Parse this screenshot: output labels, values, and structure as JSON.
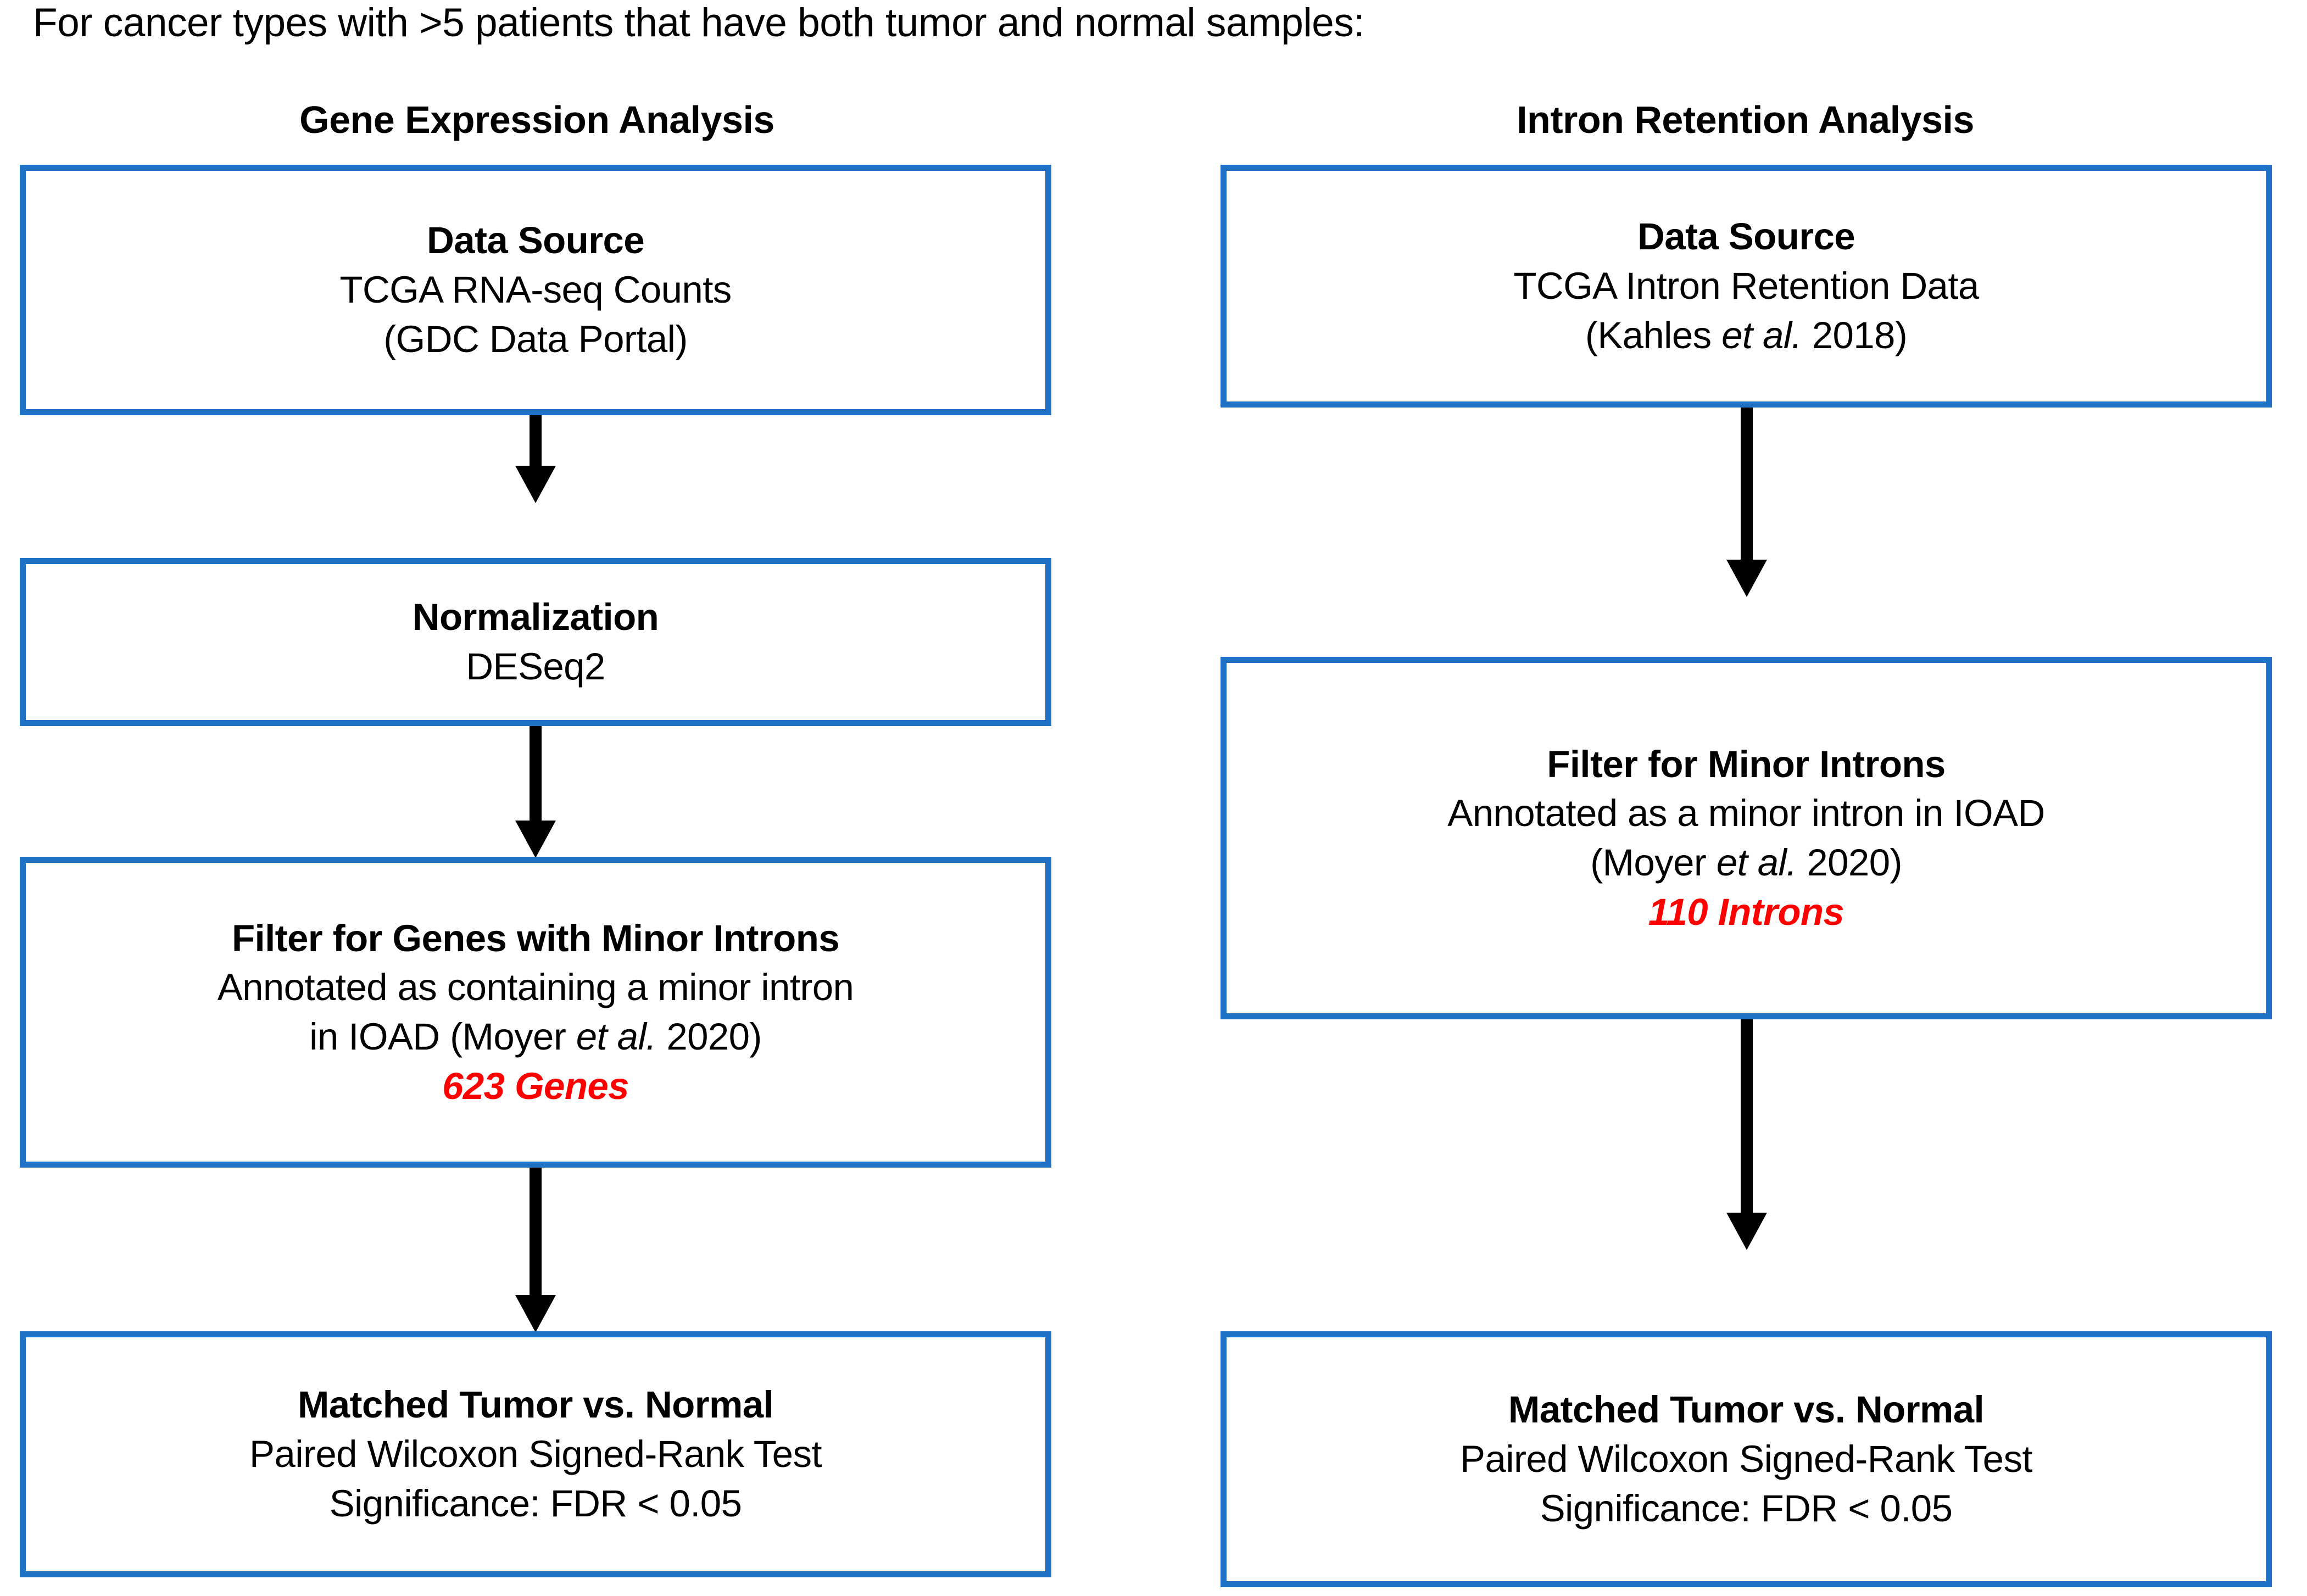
{
  "figure": {
    "caption": "For cancer types with >5 patients that have both tumor and normal samples:",
    "accent_color": "#1F72C6",
    "count_color": "#FF0000"
  },
  "columns": {
    "left": {
      "header": "Gene Expression Analysis",
      "nodes": [
        {
          "title": "Data Source",
          "lines": [
            "TCGA RNA-seq Counts",
            "(GDC Data Portal)"
          ],
          "count": ""
        },
        {
          "title": "Normalization",
          "lines": [
            "DESeq2"
          ],
          "count": ""
        },
        {
          "title": "Filter for Genes with Minor Introns",
          "lines": [
            "Annotated as containing a minor intron",
            "in IOAD (Moyer et al. 2020)"
          ],
          "count": "623 Genes"
        },
        {
          "title": "Matched Tumor vs. Normal",
          "lines": [
            "Paired Wilcoxon Signed-Rank Test",
            "Significance: FDR < 0.05"
          ],
          "count": ""
        }
      ]
    },
    "right": {
      "header": "Intron Retention Analysis",
      "nodes": [
        {
          "title": "Data Source",
          "lines": [
            "TCGA Intron Retention Data",
            "(Kahles et al. 2018)"
          ],
          "count": ""
        },
        {
          "title": "Filter for Minor Introns",
          "lines": [
            "Annotated as a minor intron in IOAD",
            "(Moyer et al. 2020)"
          ],
          "count": "110 Introns"
        },
        {
          "title": "Matched Tumor vs. Normal",
          "lines": [
            "Paired Wilcoxon Signed-Rank Test",
            "Significance: FDR < 0.05"
          ],
          "count": ""
        }
      ]
    }
  },
  "text_fragments": {
    "l3_line2_a": "in IOAD (Moyer ",
    "l3_line2_ital": "et al.",
    "l3_line2_b": " 2020)",
    "r1_line2_a": "(Kahles ",
    "r1_line2_ital": "et al.",
    "r1_line2_b": " 2018)",
    "r2_line2_a": "(Moyer ",
    "r2_line2_ital": "et al.",
    "r2_line2_b": " 2020)"
  }
}
